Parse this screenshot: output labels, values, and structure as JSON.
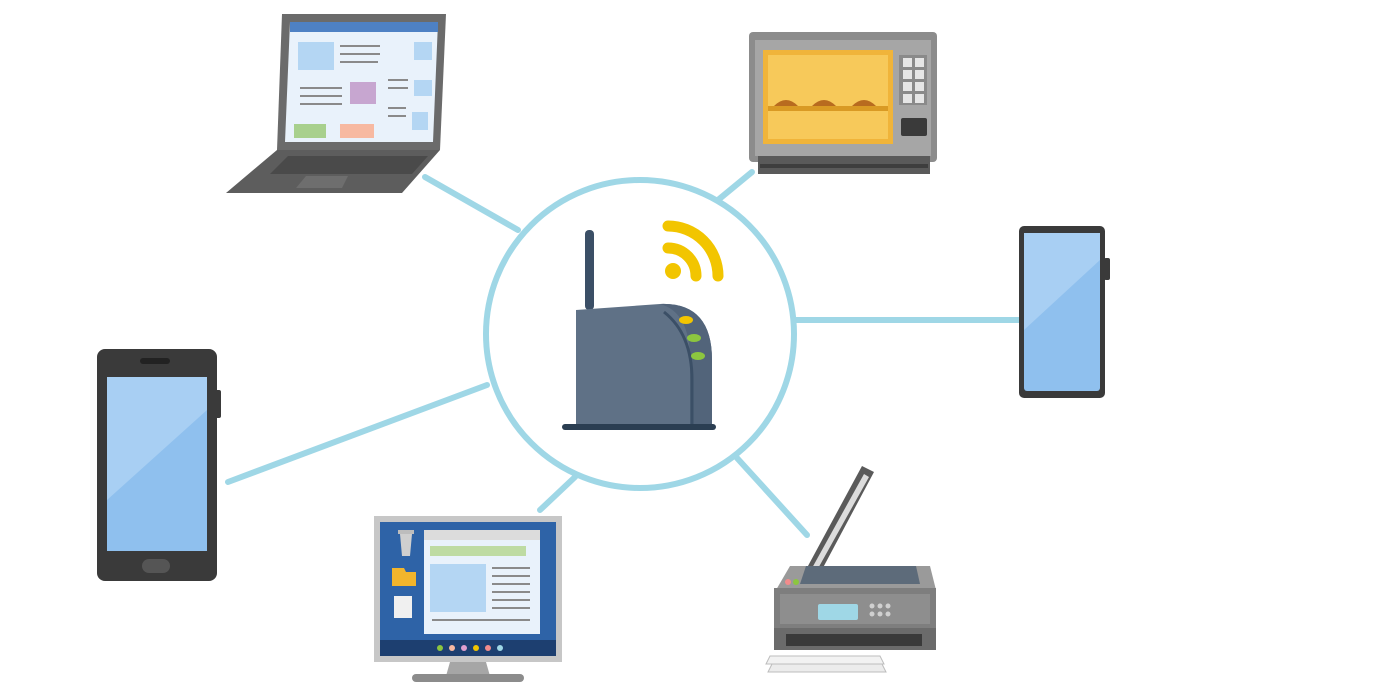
{
  "diagram": {
    "hub": {
      "name": "wifi-router",
      "icon": "router-icon"
    },
    "devices": [
      {
        "name": "laptop",
        "icon": "laptop-icon"
      },
      {
        "name": "microwave-oven",
        "icon": "microwave-icon"
      },
      {
        "name": "smartphone-right",
        "icon": "smartphone-icon"
      },
      {
        "name": "smartphone-left",
        "icon": "smartphone-icon"
      },
      {
        "name": "desktop-monitor",
        "icon": "monitor-icon"
      },
      {
        "name": "printer-scanner",
        "icon": "printer-icon"
      }
    ]
  },
  "colors": {
    "link": "#9fd7e6",
    "ring": "#9fd7e6",
    "router_body": "#5f7186",
    "wifi_signal": "#f2c500",
    "screen_blue": "#8fc0ee",
    "device_dark": "#3a3a3a",
    "device_gray": "#7b7b7b",
    "oven_window": "#f7c95a",
    "monitor_frame": "#2e63a7"
  }
}
